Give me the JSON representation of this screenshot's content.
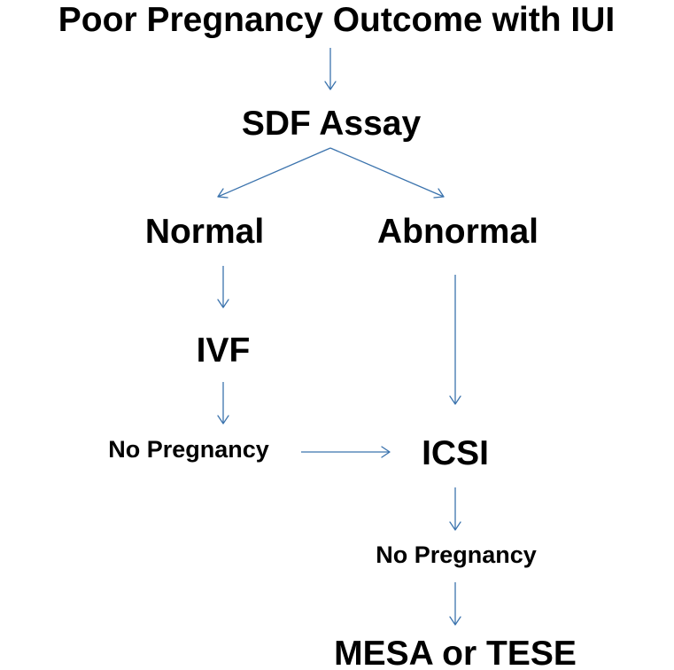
{
  "nodes": {
    "title": "Poor Pregnancy Outcome with IUI",
    "sdf_assay": "SDF Assay",
    "normal": "Normal",
    "abnormal": "Abnormal",
    "ivf": "IVF",
    "no_pregnancy_ivf": "No Pregnancy",
    "icsi": "ICSI",
    "no_pregnancy_icsi": "No Pregnancy",
    "mesa_tese": "MESA or TESE"
  },
  "colors": {
    "arrow": "#3b73ad",
    "text": "#000000",
    "background": "#ffffff"
  }
}
